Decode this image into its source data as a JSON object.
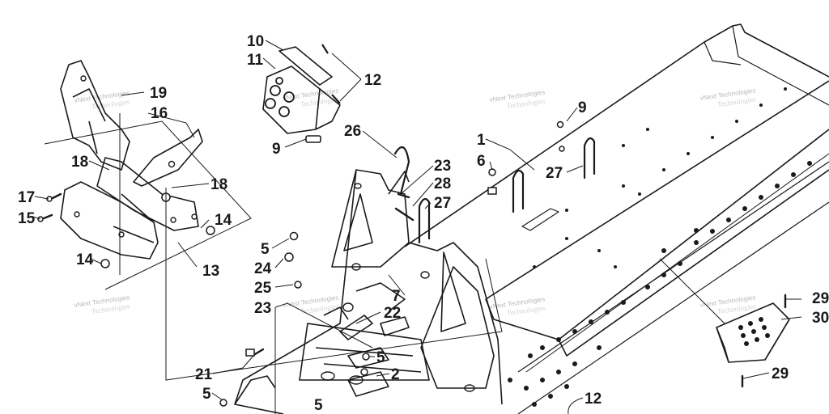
{
  "diagram": {
    "callouts": [
      {
        "id": "c10",
        "text": "10"
      },
      {
        "id": "c11",
        "text": "11"
      },
      {
        "id": "c12a",
        "text": "12"
      },
      {
        "id": "c9a",
        "text": "9"
      },
      {
        "id": "c26",
        "text": "26"
      },
      {
        "id": "c19",
        "text": "19"
      },
      {
        "id": "c16",
        "text": "16"
      },
      {
        "id": "c18a",
        "text": "18"
      },
      {
        "id": "c18b",
        "text": "18"
      },
      {
        "id": "c17",
        "text": "17"
      },
      {
        "id": "c15",
        "text": "15"
      },
      {
        "id": "c14a",
        "text": "14"
      },
      {
        "id": "c14b",
        "text": "14"
      },
      {
        "id": "c13",
        "text": "13"
      },
      {
        "id": "c1",
        "text": "1"
      },
      {
        "id": "c6",
        "text": "6"
      },
      {
        "id": "c9b",
        "text": "9"
      },
      {
        "id": "c27a",
        "text": "27"
      },
      {
        "id": "c23a",
        "text": "23"
      },
      {
        "id": "c28",
        "text": "28"
      },
      {
        "id": "c27b",
        "text": "27"
      },
      {
        "id": "c5a",
        "text": "5"
      },
      {
        "id": "c24",
        "text": "24"
      },
      {
        "id": "c25",
        "text": "25"
      },
      {
        "id": "c7",
        "text": "7"
      },
      {
        "id": "c23b",
        "text": "23"
      },
      {
        "id": "c22",
        "text": "22"
      },
      {
        "id": "c5b",
        "text": "5"
      },
      {
        "id": "c2",
        "text": "2"
      },
      {
        "id": "c21",
        "text": "21"
      },
      {
        "id": "c5c",
        "text": "5"
      },
      {
        "id": "c5d",
        "text": "5"
      },
      {
        "id": "c12b",
        "text": "12"
      },
      {
        "id": "c29a",
        "text": "29"
      },
      {
        "id": "c30",
        "text": "30"
      },
      {
        "id": "c29b",
        "text": "29"
      }
    ],
    "watermark": {
      "line1": "vNext Technologies",
      "line2": "Technologies"
    }
  }
}
